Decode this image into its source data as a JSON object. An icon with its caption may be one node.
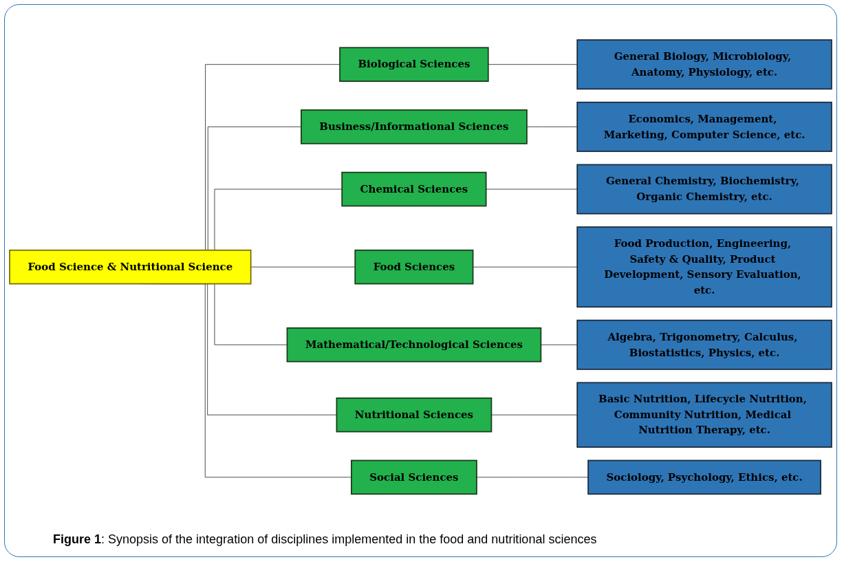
{
  "diagram": {
    "caption": "**Figure 1**: Synopsis of the integration of disciplines implemented in the food and nutritional sciences",
    "nodes": [
      {
        "text": [
          "Food Science & Nutritional Science"
        ]
      },
      {
        "text": [
          "Biological Sciences"
        ]
      },
      {
        "text": [
          "Business/Informational Sciences"
        ]
      },
      {
        "text": [
          "Chemical Sciences"
        ]
      },
      {
        "text": [
          "Food Sciences"
        ]
      },
      {
        "text": [
          "Mathematical/Technological Sciences"
        ]
      },
      {
        "text": [
          "Nutritional Sciences"
        ]
      },
      {
        "text": [
          "Social Sciences"
        ]
      },
      {
        "text": [
          "General Biology, Microbiology, Anatomy, Physiology, etc."
        ]
      },
      {
        "text": [
          "Economics, Management, Marketing, Computer Science, etc."
        ]
      },
      {
        "text": [
          "General Chemistry, Biochemistry, Organic Chemistry, etc."
        ]
      },
      {
        "text": [
          "Food Production, Engineering, Safety & Quality, Product Development, Sensory Evaluation, etc."
        ]
      },
      {
        "text": [
          "Algebra, Trigonometry, Calculus, Biostatistics, Physics, etc."
        ]
      },
      {
        "text": [
          "Basic Nutrition, Lifecycle Nutrition, Community Nutrition, Medical Nutrition Therapy, etc."
        ]
      },
      {
        "text": [
          "Sociology, Psychology, Ethics, etc."
        ]
      }
    ],
    "edges": [
      {
        "from": 0,
        "to": 1,
        "arrow": "none"
      },
      {
        "from": 0,
        "to": 2,
        "arrow": "none"
      },
      {
        "from": 0,
        "to": 3,
        "arrow": "none"
      },
      {
        "from": 0,
        "to": 4,
        "arrow": "none"
      },
      {
        "from": 0,
        "to": 5,
        "arrow": "none"
      },
      {
        "from": 0,
        "to": 6,
        "arrow": "none"
      },
      {
        "from": 0,
        "to": 7,
        "arrow": "none"
      },
      {
        "from": 1,
        "to": 8,
        "arrow": "none"
      },
      {
        "from": 2,
        "to": 9,
        "arrow": "none"
      },
      {
        "from": 3,
        "to": 10,
        "arrow": "none"
      },
      {
        "from": 4,
        "to": 11,
        "arrow": "none"
      },
      {
        "from": 5,
        "to": 12,
        "arrow": "none"
      },
      {
        "from": 6,
        "to": 13,
        "arrow": "none"
      },
      {
        "from": 7,
        "to": 14,
        "arrow": "none"
      }
    ]
  }
}
